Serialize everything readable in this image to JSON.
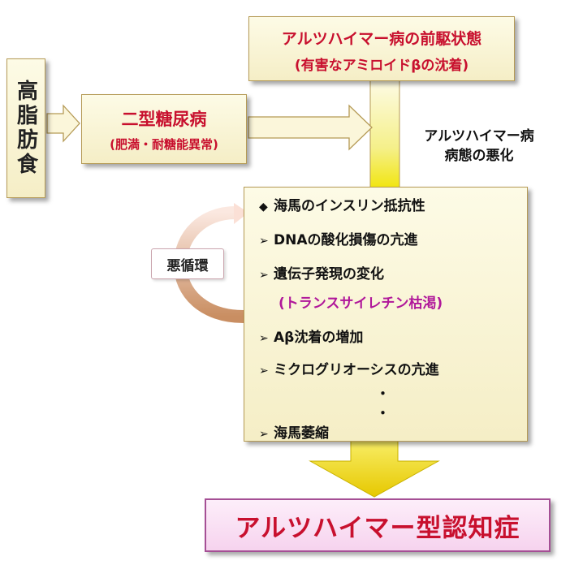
{
  "cause": {
    "label": "高脂肪食"
  },
  "diabetes": {
    "title": "二型糖尿病",
    "subtitle": "(肥満・耐糖能異常)"
  },
  "precursor": {
    "line1": "アルツハイマー病の前駆状態",
    "line2": "(有害なアミロイドβの沈着)"
  },
  "worsening": {
    "line1": "アルツハイマー病",
    "line2": "病態の悪化"
  },
  "cycle": {
    "label": "悪循環"
  },
  "pathology": {
    "items": [
      {
        "marker": "◆",
        "text": "海馬のインスリン抵抗性",
        "highlight": true
      },
      {
        "marker": "➢",
        "text": "DNAの酸化損傷の亢進"
      },
      {
        "marker": "➢",
        "text": "遺伝子発現の変化"
      },
      {
        "marker": "",
        "text": "(トランスサイレチン枯渇)",
        "accent": true
      },
      {
        "marker": "➢",
        "text": "Aβ沈着の増加"
      },
      {
        "marker": "➢",
        "text": "ミクログリオーシスの亢進"
      },
      {
        "marker": "",
        "text": "・"
      },
      {
        "marker": "",
        "text": "・"
      },
      {
        "marker": "➢",
        "text": "海馬萎縮"
      }
    ]
  },
  "outcome": {
    "label": "アルツハイマー型認知症"
  },
  "colors": {
    "accent_red": "#c8102e",
    "accent_magenta": "#b0179a",
    "box_border": "#b59a55",
    "arrow_yellow": "#f7e600"
  }
}
